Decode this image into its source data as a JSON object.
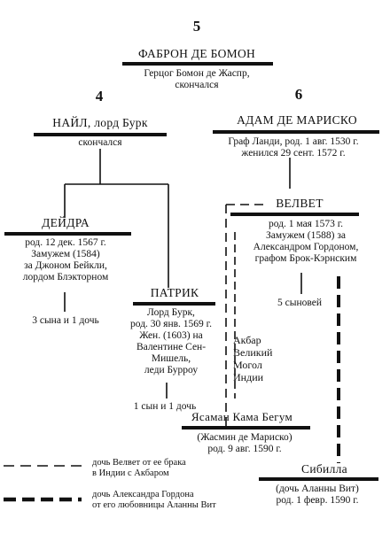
{
  "numbers": {
    "n5": "5",
    "n4": "4",
    "n6": "6"
  },
  "fabron": {
    "name": "ФАБРОН ДЕ БОМОН",
    "info": [
      "Герцог Бомон де Жаспр,",
      "скончался"
    ]
  },
  "nail": {
    "name": "НАЙЛ, лорд Бурк",
    "info": [
      "скончался"
    ]
  },
  "adam": {
    "name": "АДАМ ДЕ МАРИСКО",
    "info": [
      "Граф Ланди, род. 1 авг. 1530 г.",
      "женился 29 сент. 1572 г."
    ]
  },
  "velvet": {
    "name": "ВЕЛВЕТ",
    "info": [
      "род. 1 мая 1573 г.",
      "Замужем (1588) за",
      "Александром Гордоном,",
      "графом Брок-Кэрнским"
    ],
    "children": "5 сыновей"
  },
  "deidra": {
    "name": "ДЕЙДРА",
    "info": [
      "род. 12 дек. 1567 г.",
      "Замужем (1584)",
      "за Джоном Бейкли,",
      "лордом Блэкторном"
    ],
    "children": "3 сына и 1 дочь"
  },
  "patrik": {
    "name": "ПАТРИК",
    "info": [
      "Лорд Бурк,",
      "род. 30 янв. 1569 г.",
      "Жен. (1603) на",
      "Валентине Сен-",
      "Мишель,",
      "леди Бурроу"
    ],
    "children": "1 сын и 1 дочь"
  },
  "akbar": {
    "info": [
      "Акбар",
      "Великий",
      "Могол",
      "Индии"
    ]
  },
  "yasaman": {
    "name": "Ясаман Кама Бегум",
    "info": [
      "(Жасмин де Мариско)",
      "род. 9 авг. 1590 г."
    ]
  },
  "sibilla": {
    "name": "Сибилла",
    "info": [
      "(дочь Аланны Вит)",
      "род. 1 февр. 1590 г."
    ]
  },
  "legend": {
    "item1": [
      "дочь Велвет от ее брака",
      "в Индии с Акбаром"
    ],
    "item2": [
      "дочь Александра Гордона",
      "от его любовницы Аланны Вит"
    ]
  }
}
